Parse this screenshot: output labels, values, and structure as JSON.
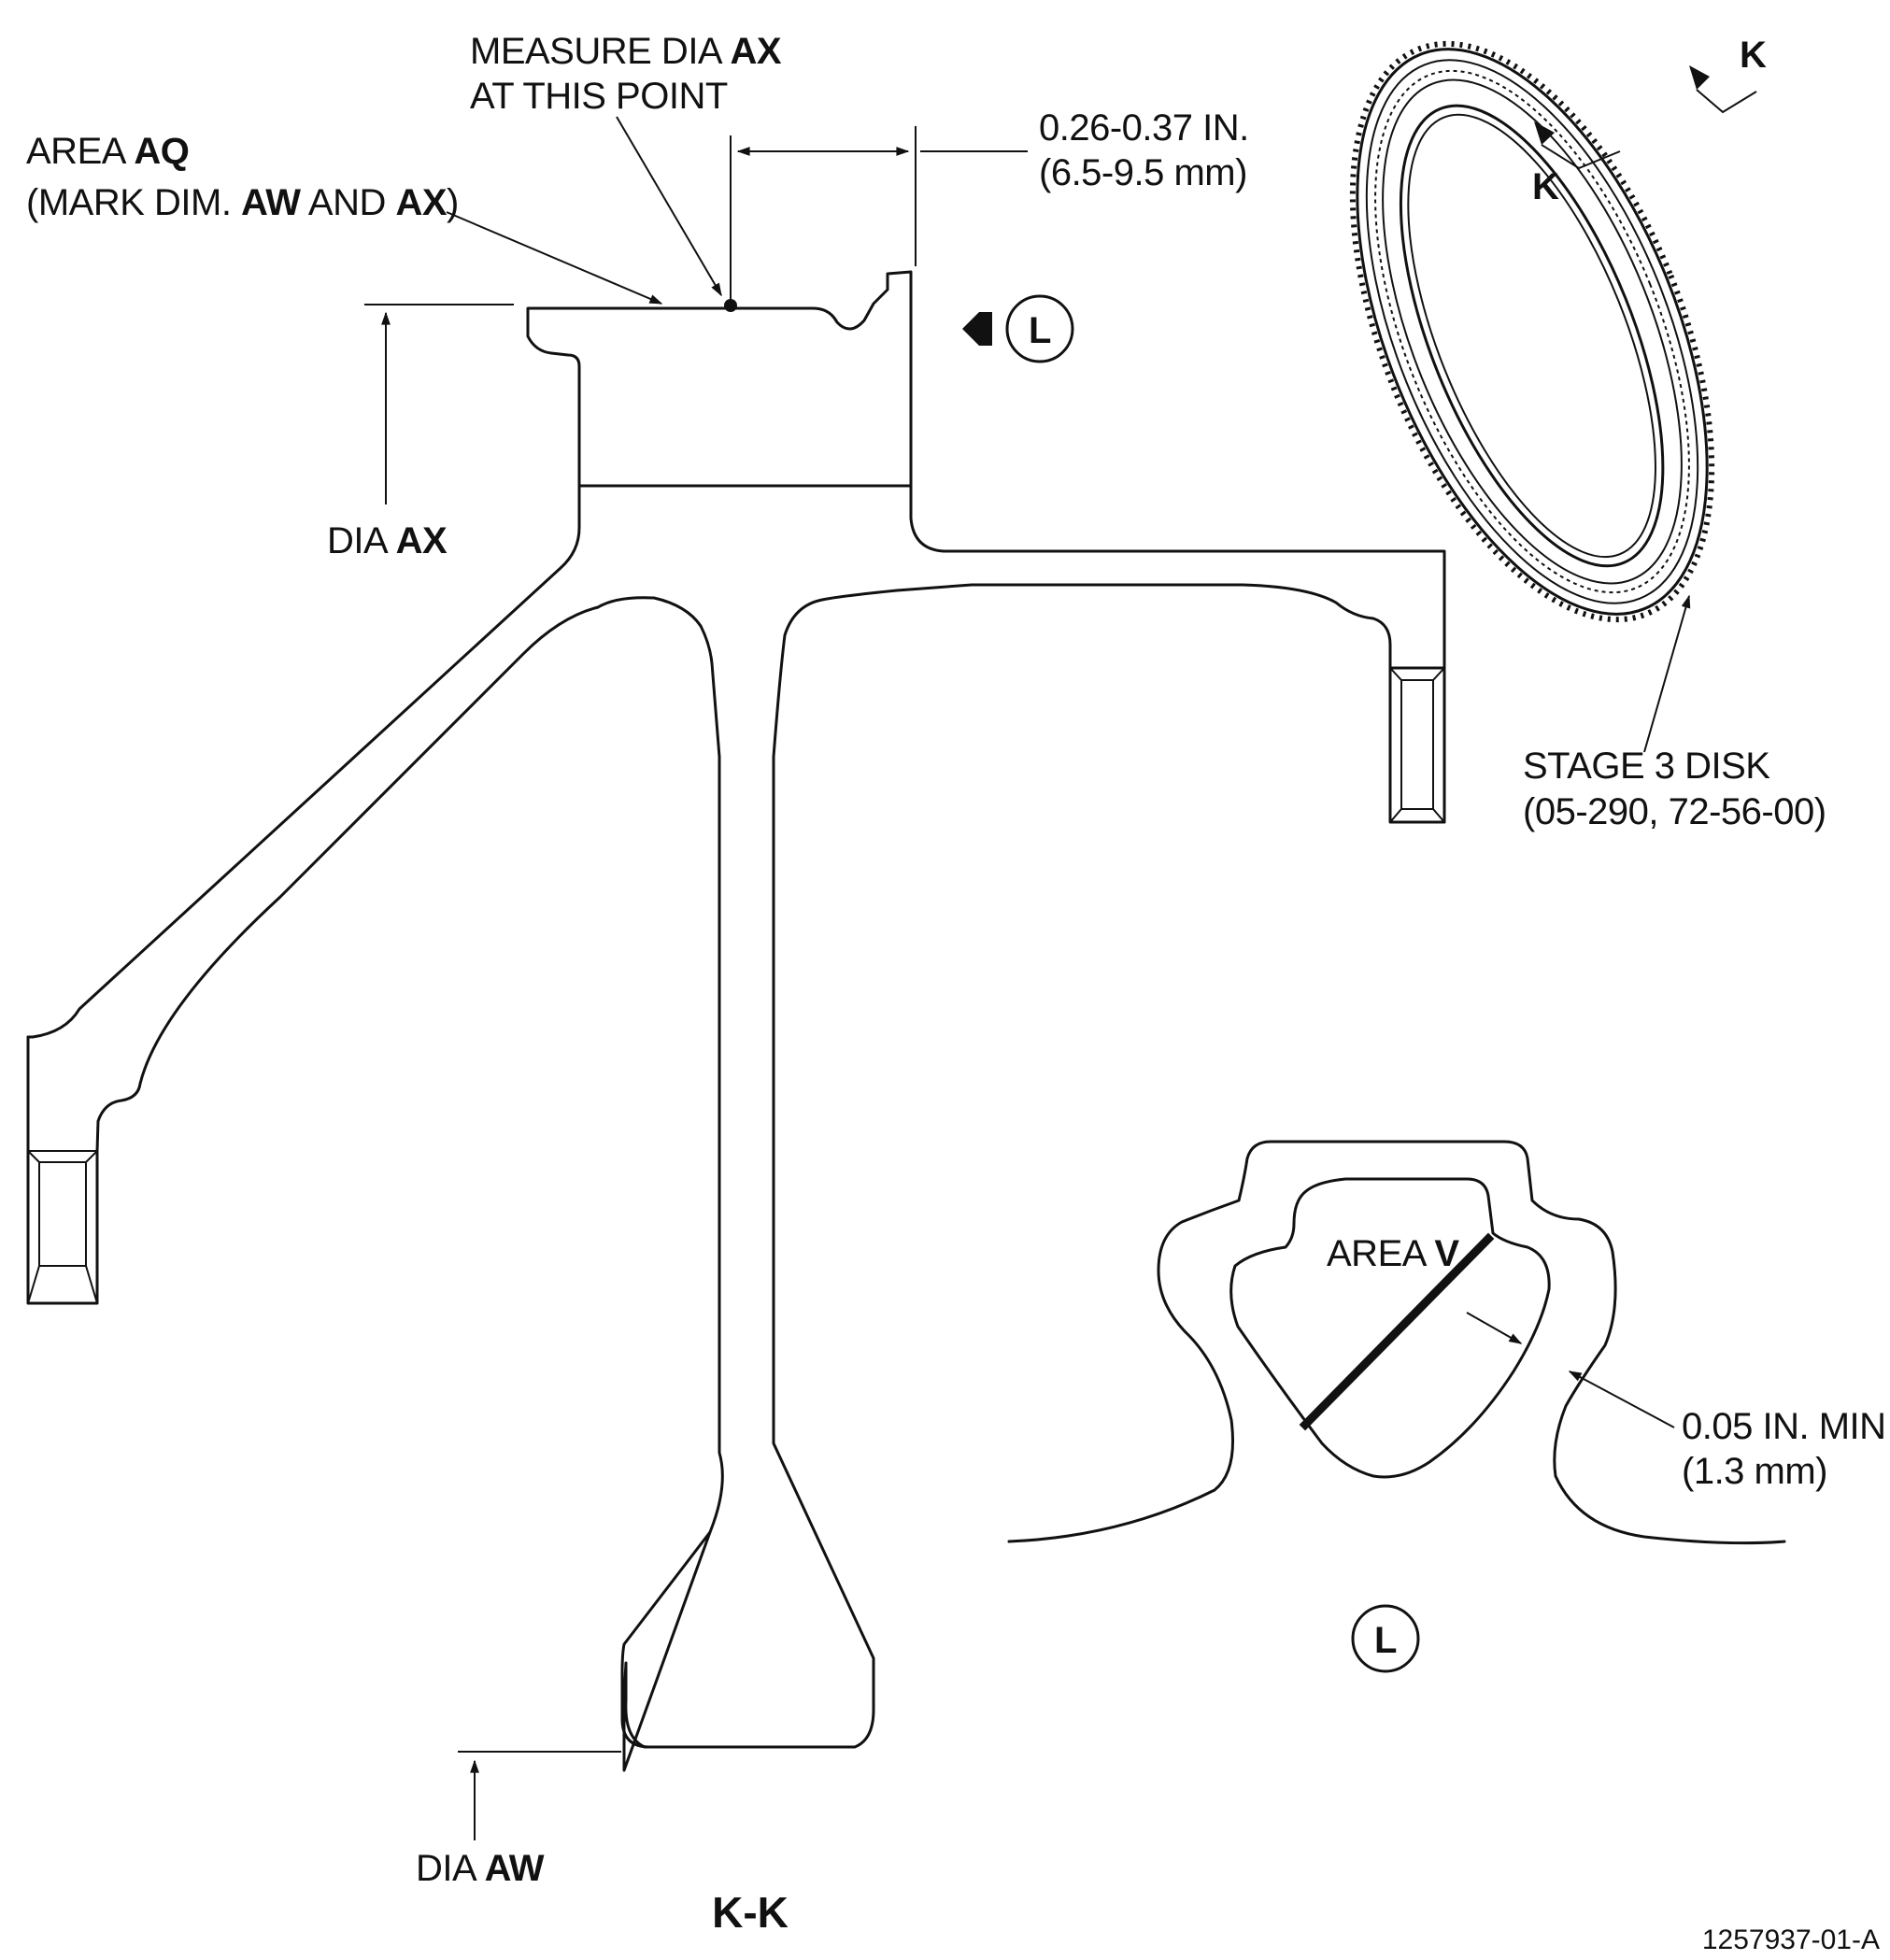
{
  "labels": {
    "measure_line1_prefix": "MEASURE DIA ",
    "measure_line1_bold": "AX",
    "measure_line2": "AT THIS POINT",
    "area_aq_prefix": "AREA ",
    "area_aq_bold": "AQ",
    "mark_open": "(MARK DIM. ",
    "mark_aw": "AW",
    "mark_and": " AND ",
    "mark_ax": "AX",
    "mark_close": ")",
    "dim_in": "0.26-0.37 IN.",
    "dim_mm": "(6.5-9.5 mm)",
    "view_letter": "L",
    "dia_ax_prefix": "DIA ",
    "dia_ax_bold": "AX",
    "dia_aw_prefix": "DIA ",
    "dia_aw_bold": "AW",
    "section_title": "K-K",
    "section_letter": "K",
    "stage_line1": "STAGE 3 DISK",
    "stage_line2": "(05-290, 72-56-00)",
    "area_v_prefix": "AREA ",
    "area_v_bold": "V",
    "min_in": "0.05 IN. MIN",
    "min_mm": "(1.3 mm)",
    "figure_id": "1257937-01-A"
  }
}
